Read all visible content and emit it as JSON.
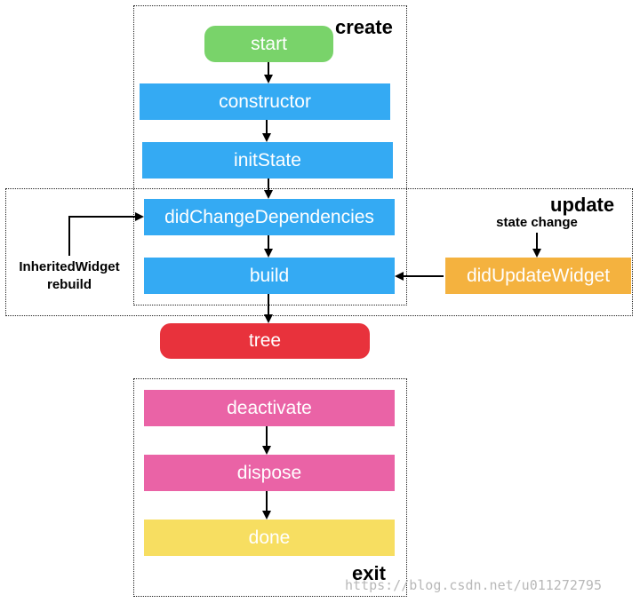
{
  "regions": {
    "create": "create",
    "update": "update",
    "exit": "exit"
  },
  "nodes": {
    "start": "start",
    "constructor": "constructor",
    "initState": "initState",
    "didChangeDependencies": "didChangeDependencies",
    "build": "build",
    "didUpdateWidget": "didUpdateWidget",
    "tree": "tree",
    "deactivate": "deactivate",
    "dispose": "dispose",
    "done": "done"
  },
  "labels": {
    "inherited_line1": "InheritedWidget",
    "inherited_line2": "rebuild",
    "state_change": "state change"
  },
  "watermark": "https://blog.csdn.net/u011272795",
  "colors": {
    "green": "#79d36a",
    "blue": "#34aaf3",
    "orange": "#f4b23f",
    "red": "#e8323c",
    "pink": "#ea63a6",
    "yellow": "#f7de61"
  }
}
